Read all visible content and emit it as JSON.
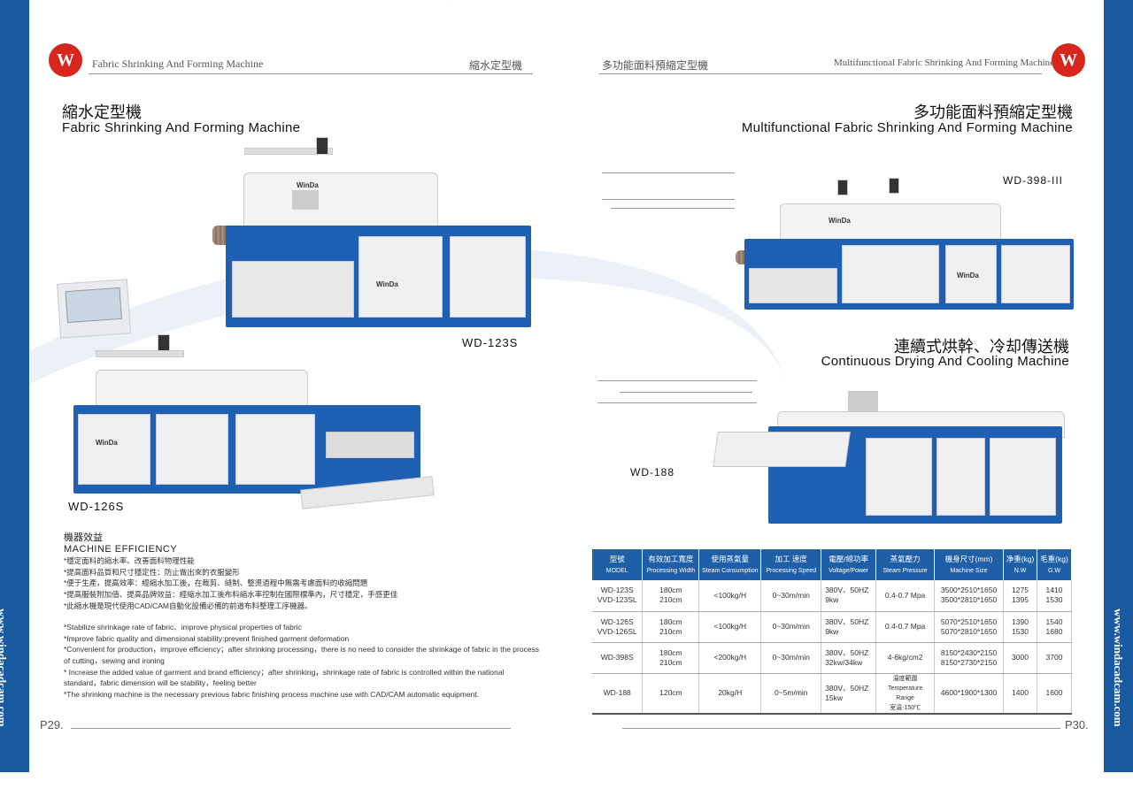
{
  "site_url": "www.windacadcam.com",
  "left_page": {
    "header_en": "Fabric Shrinking And Forming Machine",
    "header_cn": "縮水定型機",
    "title_cn": "縮水定型機",
    "title_en": "Fabric Shrinking And Forming Machine",
    "models": [
      "WD-123S",
      "WD-126S"
    ],
    "brand": "WinDa",
    "efficiency": {
      "title_cn": "機器效益",
      "title_en": "MACHINE EFFICIENCY",
      "cn_items": [
        "*穩定面料的縮水率、改善面料物理性能",
        "*提高面料品質和尺寸穩定性：防止做出來的衣服變形",
        "*便于生產，提高效率：經縮水加工後，在裁剪、縫制、整燙過程中無需考慮面料的收縮問題",
        "*提高服裝附加值、提高品牌效益：經縮水加工後布料縮水率控制在國際標準內，尺寸穩定，手感更佳",
        "*此縮水機是現代使用CAD/CAM自動化設備必備的前道布料整理工序機器。"
      ],
      "en_items": [
        "*Stabilize shrinkage rate of fabric、improve physical properties of fabric",
        "*Improve fabric quality and dimensional stability:prevent finished garment deformation",
        "*Convenient for production，improve efficiency；after shrinking processing，there is no need to consider the shrinkage of fabric in the process of cutting，sewing and ironing",
        "* Increase the added value of garment and brand efficiency；after shrinking，shrinkage rate of fabric is controlled within the national standard，fabric dimension will be stability，feeling better",
        "*The shrinking machine is the necessary previous fabric finishing process machine use with CAD/CAM automatic equipment."
      ]
    },
    "page_number": "P29."
  },
  "right_page": {
    "header_cn": "多功能面料預縮定型機",
    "header_en": "Multifunctional Fabric Shrinking And Forming Machine",
    "title_cn": "多功能面料預縮定型機",
    "title_en": "Multifunctional Fabric Shrinking And Forming Machine",
    "model_1": "WD-398-III",
    "title2_cn": "連續式烘幹、冷却傳送機",
    "title2_en": "Continuous Drying And Cooling Machine",
    "model_2": "WD-188",
    "page_number": "P30."
  },
  "spec_table": {
    "headers": [
      {
        "cn": "型號",
        "en": "MODEL"
      },
      {
        "cn": "有效加工寬度",
        "en": "Processing Width"
      },
      {
        "cn": "使用蒸氣量",
        "en": "Steam Consumption"
      },
      {
        "cn": "加工 速度",
        "en": "Processing Speed"
      },
      {
        "cn": "電壓/總功率",
        "en": "Voltage/Power"
      },
      {
        "cn": "蒸氣壓力",
        "en": "Steam Pressure"
      },
      {
        "cn": "機身尺寸(mm)",
        "en": "Machine Size"
      },
      {
        "cn": "净重(kg)",
        "en": "N.W"
      },
      {
        "cn": "毛重(kg)",
        "en": "G.W"
      }
    ],
    "rows": [
      [
        [
          "WD-123S",
          "VVD-123SL"
        ],
        [
          "180cm",
          "210cm"
        ],
        [
          "<100kg/H"
        ],
        [
          "0~30m/min"
        ],
        [
          "380V、50HZ",
          "9kw"
        ],
        [
          "0.4-0.7 Mpa"
        ],
        [
          "3500*2510*1650",
          "3500*2810*1650"
        ],
        [
          "1275",
          "1395"
        ],
        [
          "1410",
          "1530"
        ]
      ],
      [
        [
          "WD-126S",
          "VVD-126SL"
        ],
        [
          "180cm",
          "210cm"
        ],
        [
          "<100kg/H"
        ],
        [
          "0~30m/min"
        ],
        [
          "380V、50HZ",
          "9kw"
        ],
        [
          "0.4-0.7 Mpa"
        ],
        [
          "5070*2510*1650",
          "5070*2810*1650"
        ],
        [
          "1390",
          "1530"
        ],
        [
          "1540",
          "1680"
        ]
      ],
      [
        [
          "WD-398S"
        ],
        [
          "180cm",
          "210cm"
        ],
        [
          "<200kg/H"
        ],
        [
          "0~30m/min"
        ],
        [
          "380V、50HZ",
          "32kw/34kw"
        ],
        [
          "4-6kg/cm2"
        ],
        [
          "8150*2430*2150",
          "8150*2730*2150"
        ],
        [
          "3000"
        ],
        [
          "3700"
        ]
      ],
      [
        [
          "WD-188"
        ],
        [
          "120cm"
        ],
        [
          "20kg/H"
        ],
        [
          "0~5m/min"
        ],
        [
          "380V、50HZ",
          "15kw"
        ],
        [
          "温度範圍",
          "Temperature",
          "Range",
          "室温-150℃"
        ],
        [
          "4600*1900*1300"
        ],
        [
          "1400"
        ],
        [
          "1600"
        ]
      ]
    ]
  }
}
